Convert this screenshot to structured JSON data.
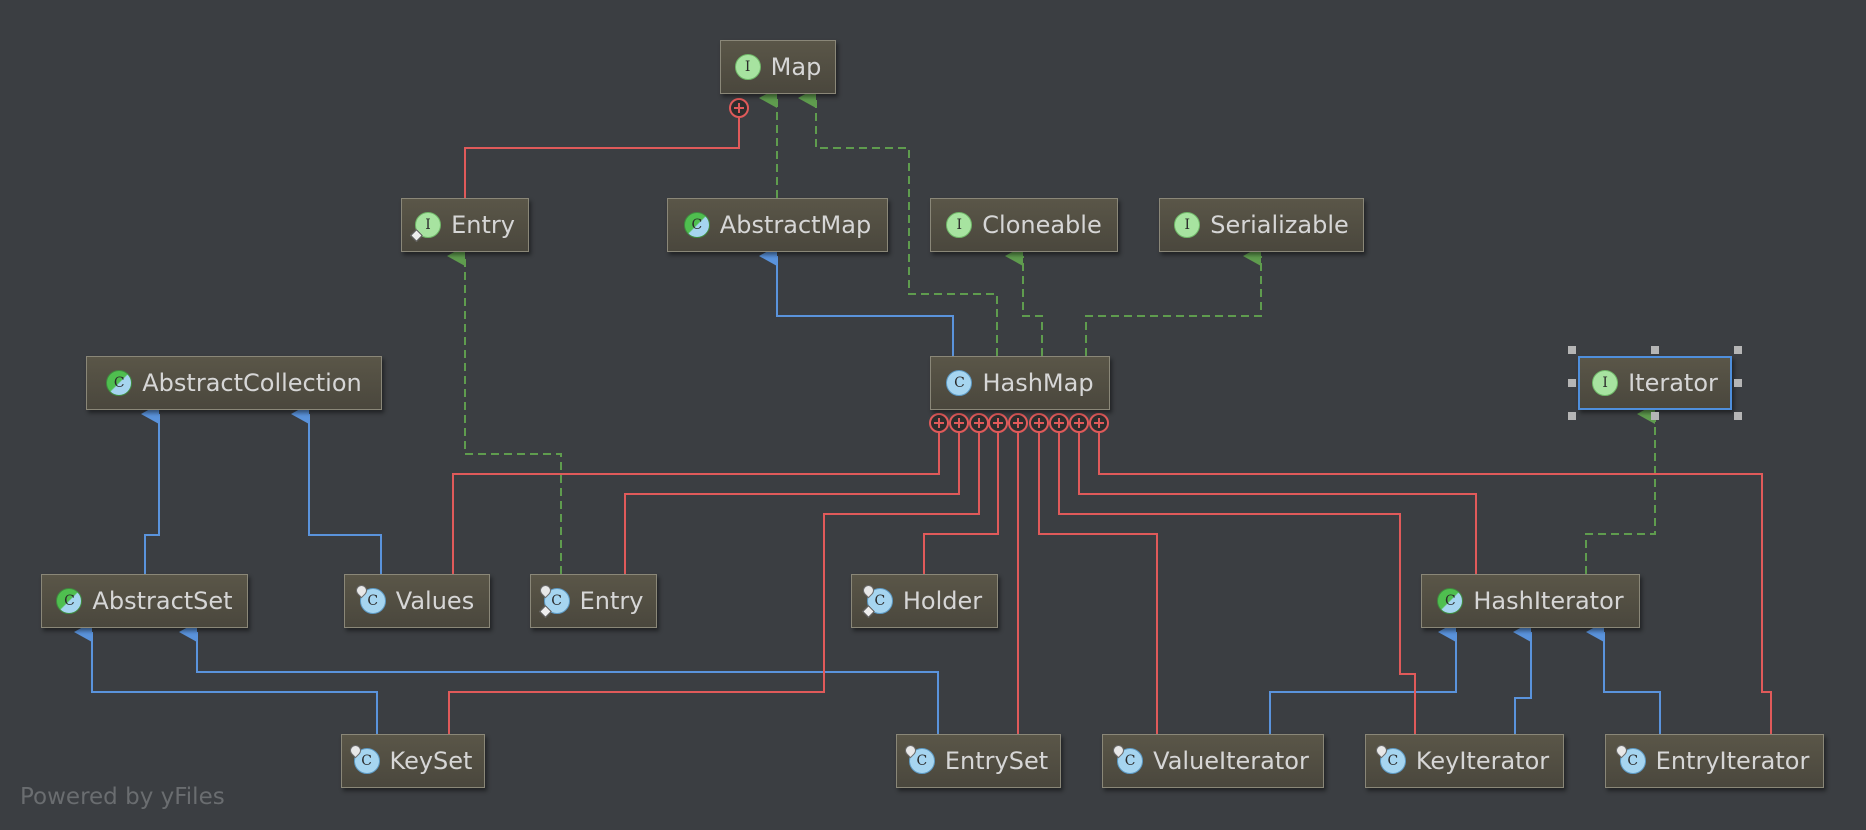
{
  "diagram": {
    "nodes": [
      {
        "id": "map",
        "label": "Map",
        "kind": "interface",
        "badge": "I"
      },
      {
        "id": "entry-iface",
        "label": "Entry",
        "kind": "interface",
        "badge": "I"
      },
      {
        "id": "abstractmap",
        "label": "AbstractMap",
        "kind": "abstract",
        "badge": "C"
      },
      {
        "id": "cloneable",
        "label": "Cloneable",
        "kind": "interface",
        "badge": "I"
      },
      {
        "id": "serializable",
        "label": "Serializable",
        "kind": "interface",
        "badge": "I"
      },
      {
        "id": "abstractcollection",
        "label": "AbstractCollection",
        "kind": "abstract",
        "badge": "C"
      },
      {
        "id": "hashmap",
        "label": "HashMap",
        "kind": "class",
        "badge": "C"
      },
      {
        "id": "iterator",
        "label": "Iterator",
        "kind": "interface",
        "badge": "I"
      },
      {
        "id": "abstractset",
        "label": "AbstractSet",
        "kind": "abstract",
        "badge": "C"
      },
      {
        "id": "values",
        "label": "Values",
        "kind": "class",
        "badge": "C"
      },
      {
        "id": "entry-class",
        "label": "Entry",
        "kind": "class",
        "badge": "C"
      },
      {
        "id": "holder",
        "label": "Holder",
        "kind": "class",
        "badge": "C"
      },
      {
        "id": "hashiterator",
        "label": "HashIterator",
        "kind": "abstract",
        "badge": "C"
      },
      {
        "id": "keyset",
        "label": "KeySet",
        "kind": "class",
        "badge": "C"
      },
      {
        "id": "entryset",
        "label": "EntrySet",
        "kind": "class",
        "badge": "C"
      },
      {
        "id": "valueiterator",
        "label": "ValueIterator",
        "kind": "class",
        "badge": "C"
      },
      {
        "id": "keyiterator",
        "label": "KeyIterator",
        "kind": "class",
        "badge": "C"
      },
      {
        "id": "entryiterator",
        "label": "EntryIterator",
        "kind": "class",
        "badge": "C"
      }
    ],
    "edges": [
      {
        "from": "entry-iface",
        "to": "map",
        "type": "inner-class"
      },
      {
        "from": "abstractmap",
        "to": "map",
        "type": "implements"
      },
      {
        "from": "hashmap",
        "to": "map",
        "type": "implements"
      },
      {
        "from": "hashmap",
        "to": "abstractmap",
        "type": "extends"
      },
      {
        "from": "hashmap",
        "to": "cloneable",
        "type": "implements"
      },
      {
        "from": "hashmap",
        "to": "serializable",
        "type": "implements"
      },
      {
        "from": "abstractset",
        "to": "abstractcollection",
        "type": "extends"
      },
      {
        "from": "values",
        "to": "abstractcollection",
        "type": "extends"
      },
      {
        "from": "entry-class",
        "to": "entry-iface",
        "type": "implements"
      },
      {
        "from": "hashiterator",
        "to": "iterator",
        "type": "implements"
      },
      {
        "from": "keyset",
        "to": "abstractset",
        "type": "extends"
      },
      {
        "from": "entryset",
        "to": "abstractset",
        "type": "extends"
      },
      {
        "from": "valueiterator",
        "to": "hashiterator",
        "type": "extends"
      },
      {
        "from": "keyiterator",
        "to": "hashiterator",
        "type": "extends"
      },
      {
        "from": "entryiterator",
        "to": "hashiterator",
        "type": "extends"
      },
      {
        "from": "values",
        "to": "hashmap",
        "type": "inner-class"
      },
      {
        "from": "entry-class",
        "to": "hashmap",
        "type": "inner-class"
      },
      {
        "from": "keyset",
        "to": "hashmap",
        "type": "inner-class"
      },
      {
        "from": "holder",
        "to": "hashmap",
        "type": "inner-class"
      },
      {
        "from": "entryset",
        "to": "hashmap",
        "type": "inner-class"
      },
      {
        "from": "valueiterator",
        "to": "hashmap",
        "type": "inner-class"
      },
      {
        "from": "keyiterator",
        "to": "hashmap",
        "type": "inner-class"
      },
      {
        "from": "hashiterator",
        "to": "hashmap",
        "type": "inner-class"
      },
      {
        "from": "entryiterator",
        "to": "hashmap",
        "type": "inner-class"
      }
    ],
    "selected_node": "iterator",
    "colors": {
      "extends": "#5a93dc",
      "implements": "#5f9c4e",
      "inner-class": "#e05a5a",
      "background": "#3b3e42"
    }
  },
  "watermark": "Powered by yFiles"
}
